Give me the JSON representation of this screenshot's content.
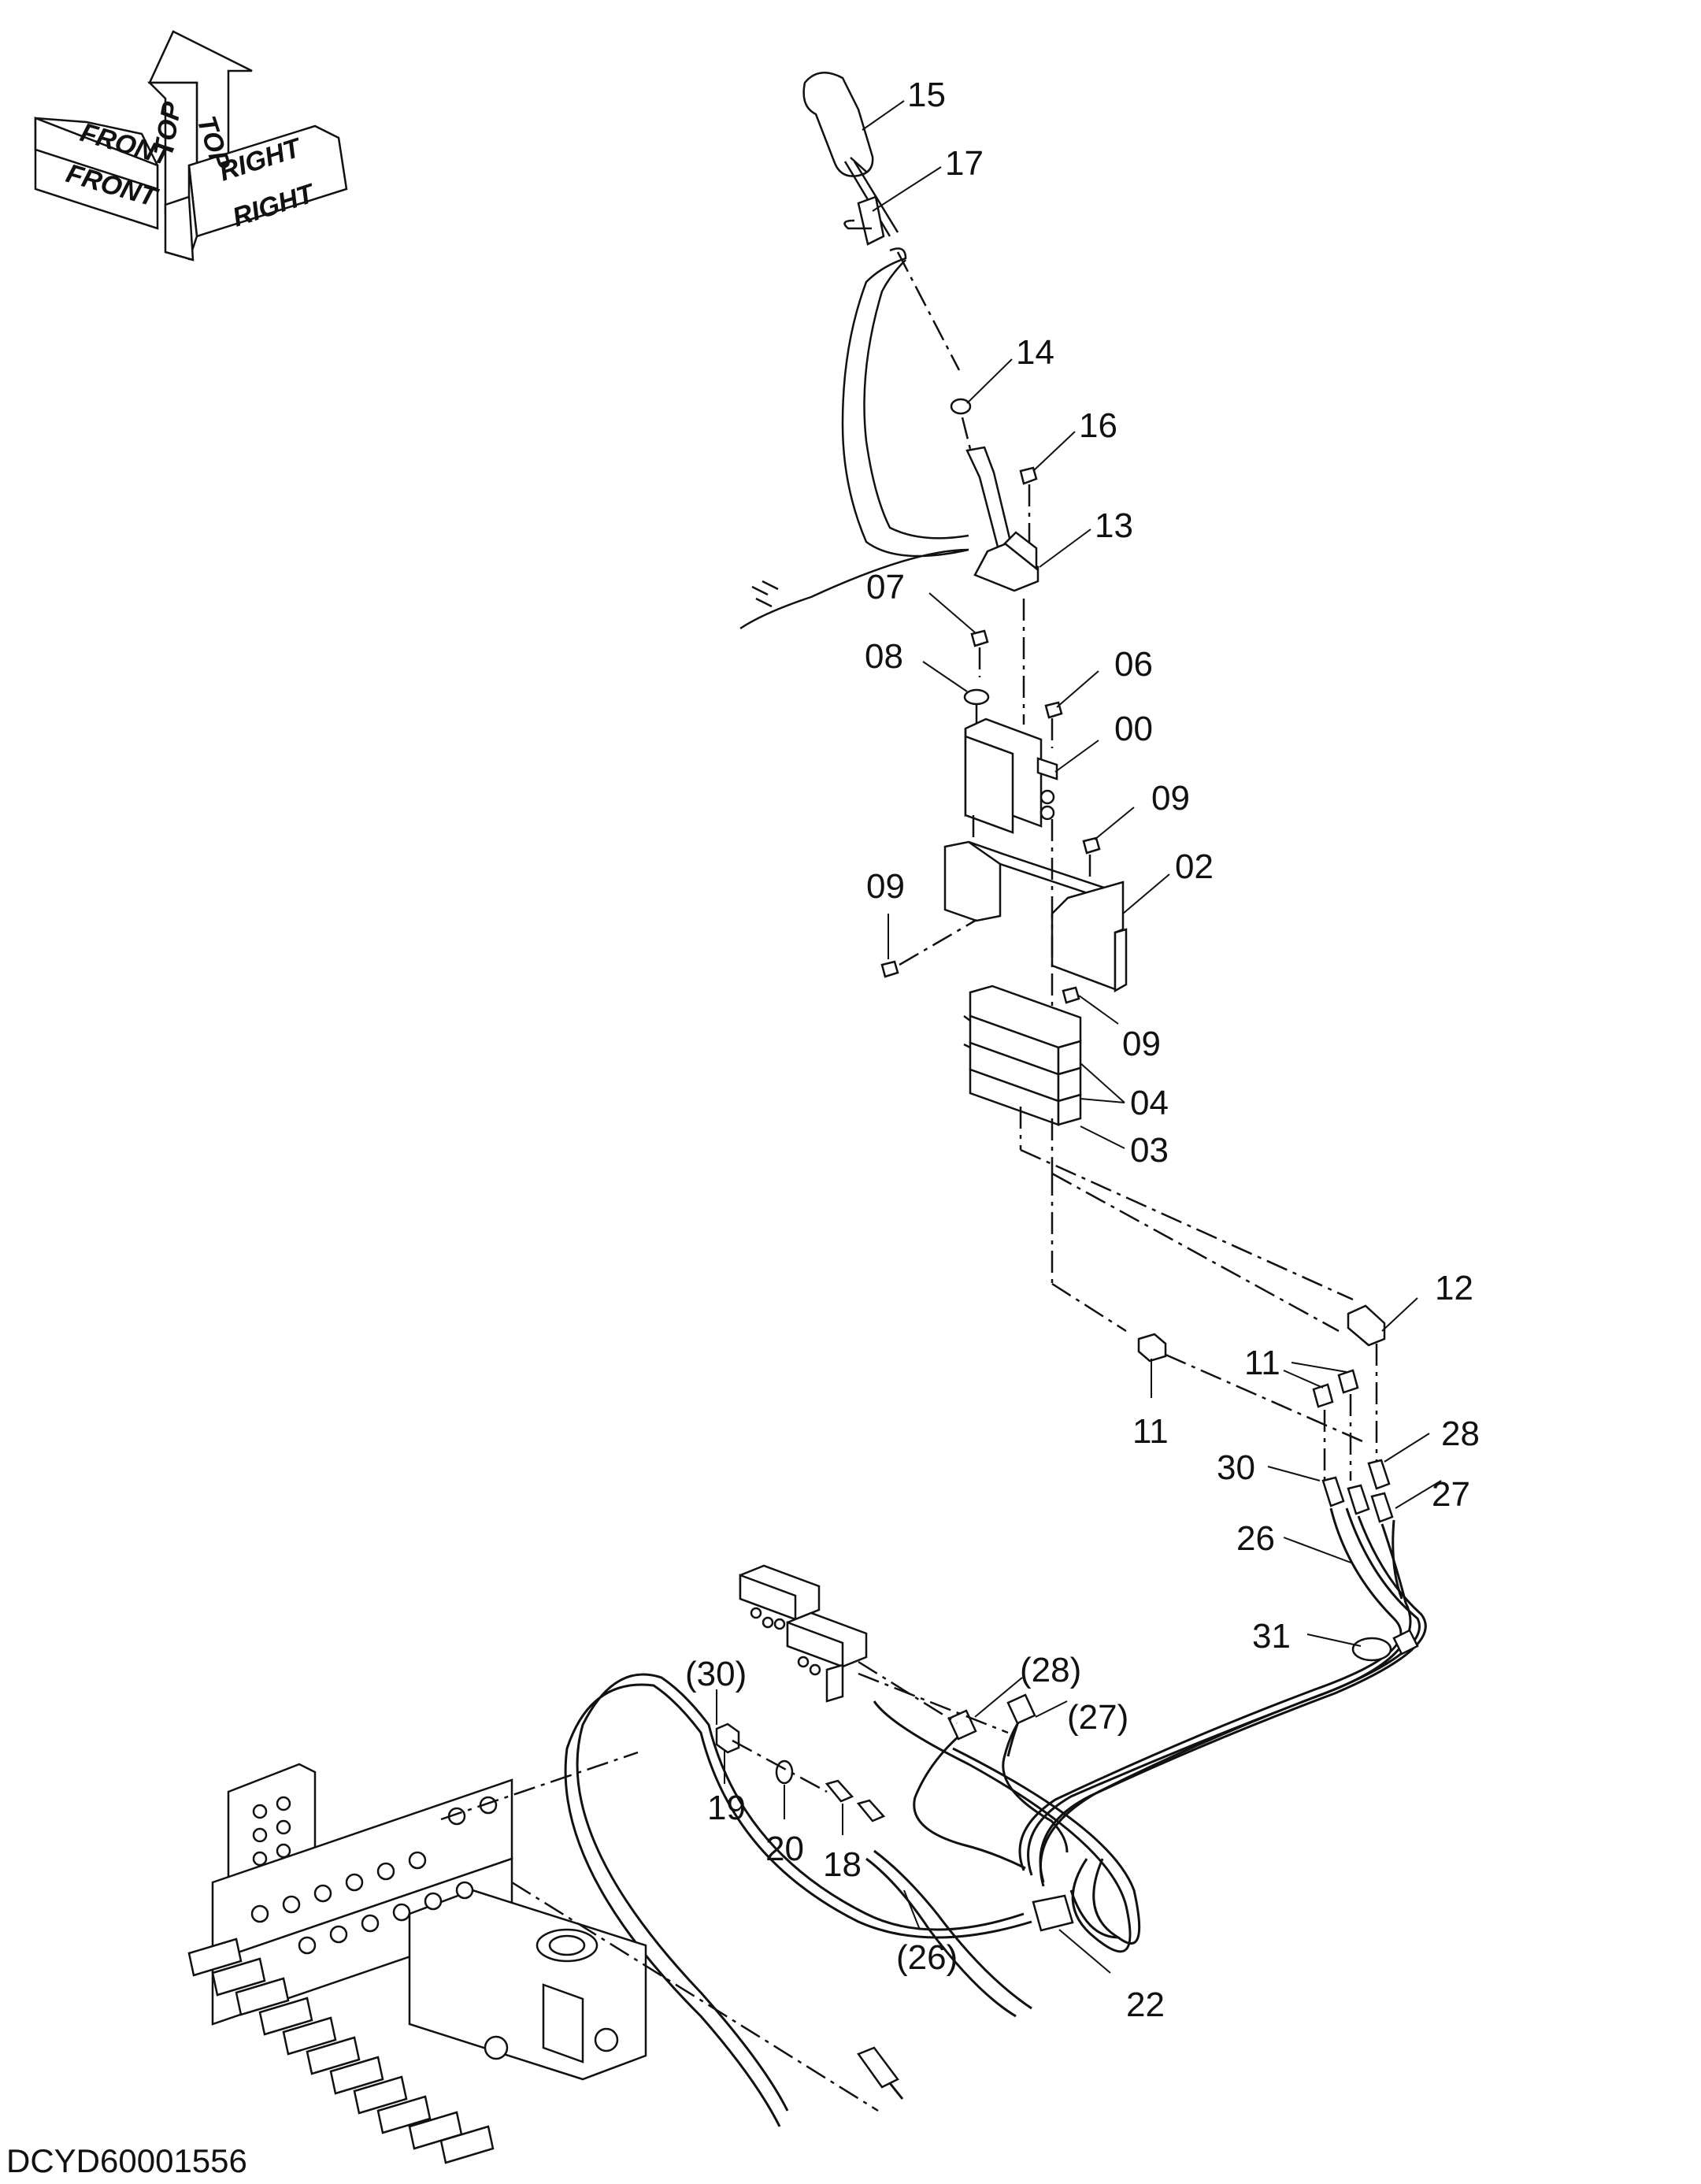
{
  "orientation": {
    "front": "FRONT",
    "top": "TOP",
    "right": "RIGHT"
  },
  "callouts": [
    {
      "id": "c15",
      "text": "15"
    },
    {
      "id": "c17",
      "text": "17"
    },
    {
      "id": "c14",
      "text": "14"
    },
    {
      "id": "c16",
      "text": "16"
    },
    {
      "id": "c13",
      "text": "13"
    },
    {
      "id": "c07",
      "text": "07"
    },
    {
      "id": "c08",
      "text": "08"
    },
    {
      "id": "c06",
      "text": "06"
    },
    {
      "id": "c00",
      "text": "00"
    },
    {
      "id": "c09a",
      "text": "09"
    },
    {
      "id": "c02",
      "text": "02"
    },
    {
      "id": "c09b",
      "text": "09"
    },
    {
      "id": "c09c",
      "text": "09"
    },
    {
      "id": "c04",
      "text": "04"
    },
    {
      "id": "c03",
      "text": "03"
    },
    {
      "id": "c12",
      "text": "12"
    },
    {
      "id": "c11a",
      "text": "11"
    },
    {
      "id": "c11b",
      "text": "11"
    },
    {
      "id": "c28",
      "text": "28"
    },
    {
      "id": "c30",
      "text": "30"
    },
    {
      "id": "c27",
      "text": "27"
    },
    {
      "id": "c26",
      "text": "26"
    },
    {
      "id": "c31",
      "text": "31"
    },
    {
      "id": "c28p",
      "text": "(28)"
    },
    {
      "id": "c30p",
      "text": "(30)"
    },
    {
      "id": "c27p",
      "text": "(27)"
    },
    {
      "id": "c19",
      "text": "19"
    },
    {
      "id": "c20",
      "text": "20"
    },
    {
      "id": "c18",
      "text": "18"
    },
    {
      "id": "c26p",
      "text": "(26)"
    },
    {
      "id": "c22",
      "text": "22"
    }
  ],
  "drawing_code": "DCYD60001556"
}
